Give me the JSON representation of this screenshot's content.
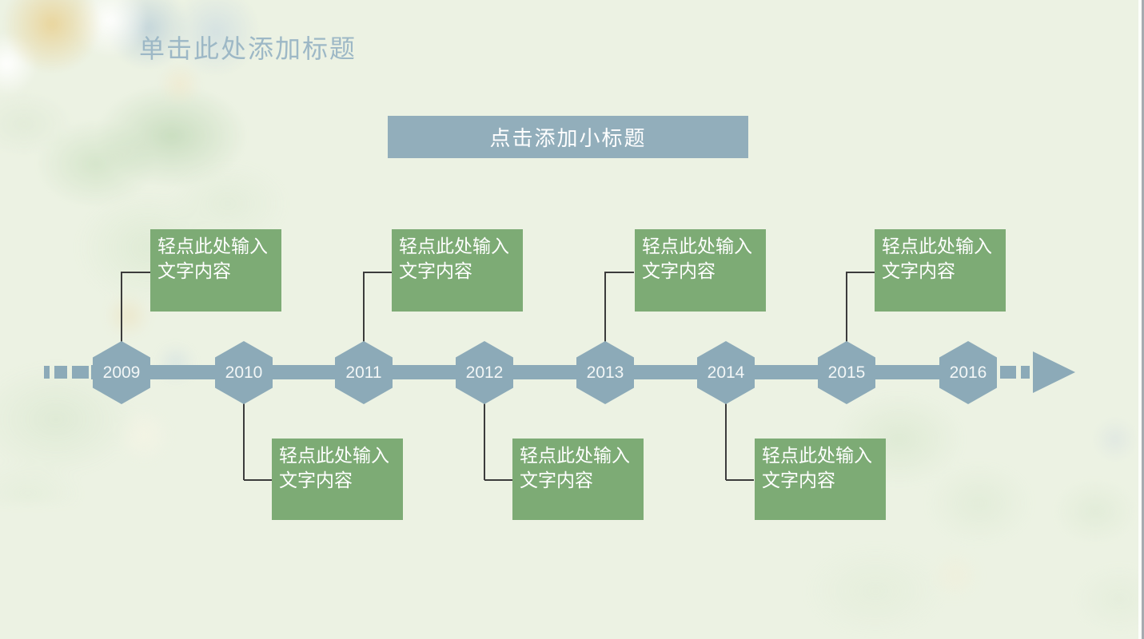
{
  "slide": {
    "title": "单击此处添加标题",
    "subtitle": "点击添加小标题"
  },
  "timeline": {
    "items": [
      {
        "year": "2009",
        "side": "top",
        "note": "轻点此处输入文字内容"
      },
      {
        "year": "2010",
        "side": "bottom",
        "note": "轻点此处输入文字内容"
      },
      {
        "year": "2011",
        "side": "top",
        "note": "轻点此处输入文字内容"
      },
      {
        "year": "2012",
        "side": "bottom",
        "note": "轻点此处输入文字内容"
      },
      {
        "year": "2013",
        "side": "top",
        "note": "轻点此处输入文字内容"
      },
      {
        "year": "2014",
        "side": "bottom",
        "note": "轻点此处输入文字内容"
      },
      {
        "year": "2015",
        "side": "top",
        "note": "轻点此处输入文字内容"
      },
      {
        "year": "2016",
        "side": "none",
        "note": ""
      }
    ],
    "direction_icon": "arrow-right"
  },
  "colors": {
    "background": "#ecf2e3",
    "timeline": "#8caab8",
    "subtitle_bar": "#92aebb",
    "note_green": "#7dab75",
    "title_text": "#9db8c6",
    "connector": "#3c3c3c"
  }
}
